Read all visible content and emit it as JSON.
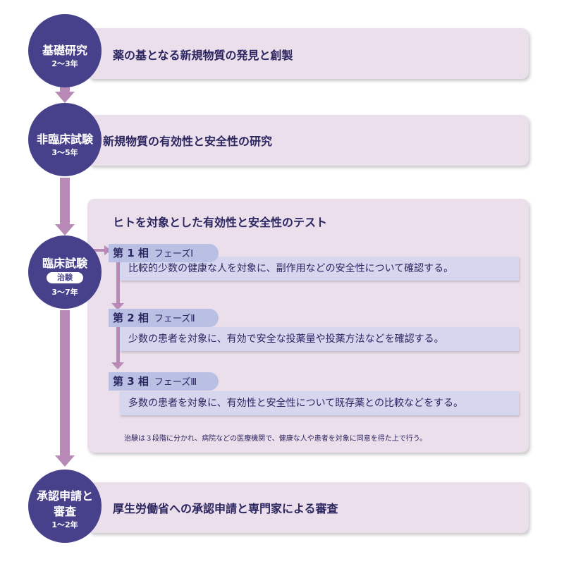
{
  "stages": [
    {
      "title": "基礎研究",
      "years": "2～3年",
      "description": "薬の基となる新規物質の発見と創製"
    },
    {
      "title": "非臨床試験",
      "years": "3～5年",
      "description": "新規物質の有効性と安全性の研究"
    },
    {
      "title": "臨床試験",
      "badge": "治験",
      "years": "3～7年",
      "description": "ヒトを対象とした有効性と安全性のテスト"
    },
    {
      "title_line1": "承認申請と",
      "title_line2": "審査",
      "years": "1～2年",
      "description": "厚生労働省への承認申請と専門家による審査"
    }
  ],
  "phases": [
    {
      "number": "第 1 相",
      "phase": "フェーズⅠ",
      "description": "比較的少数の健康な人を対象に、副作用などの安全性について確認する。"
    },
    {
      "number": "第 2 相",
      "phase": "フェーズⅡ",
      "description": "少数の患者を対象に、有効で安全な投薬量や投薬方法などを確認する。"
    },
    {
      "number": "第 3 相",
      "phase": "フェーズⅢ",
      "description": "多数の患者を対象に、有効性と安全性について既存薬との比較などをする。"
    }
  ],
  "clinical_note": "治験は３段階に分かれ、病院などの医療機関で、健康な人や患者を対象に同意を得た上で行う。",
  "colors": {
    "circle": "#46418a",
    "card": "#ecdfec",
    "connector": "#b98ab8",
    "phase_tab": "#b9c0e4",
    "phase_box": "#d6d6ee",
    "text": "#2b2660"
  }
}
